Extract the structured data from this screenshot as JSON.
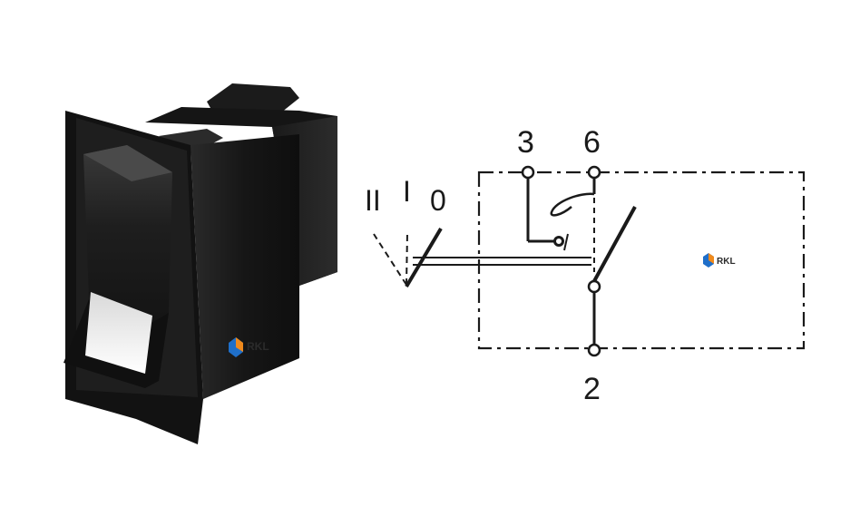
{
  "product_photo": {
    "watermark": "RKL"
  },
  "schematic": {
    "terminals": [
      "3",
      "6",
      "2"
    ],
    "positions": [
      "II",
      "I",
      "0"
    ],
    "watermark": "RKL"
  },
  "colors": {
    "switch_body": "#1c1c1c",
    "line": "#1a1a1a",
    "brand_blue": "#1f6fc9",
    "brand_orange": "#f08a1c"
  }
}
